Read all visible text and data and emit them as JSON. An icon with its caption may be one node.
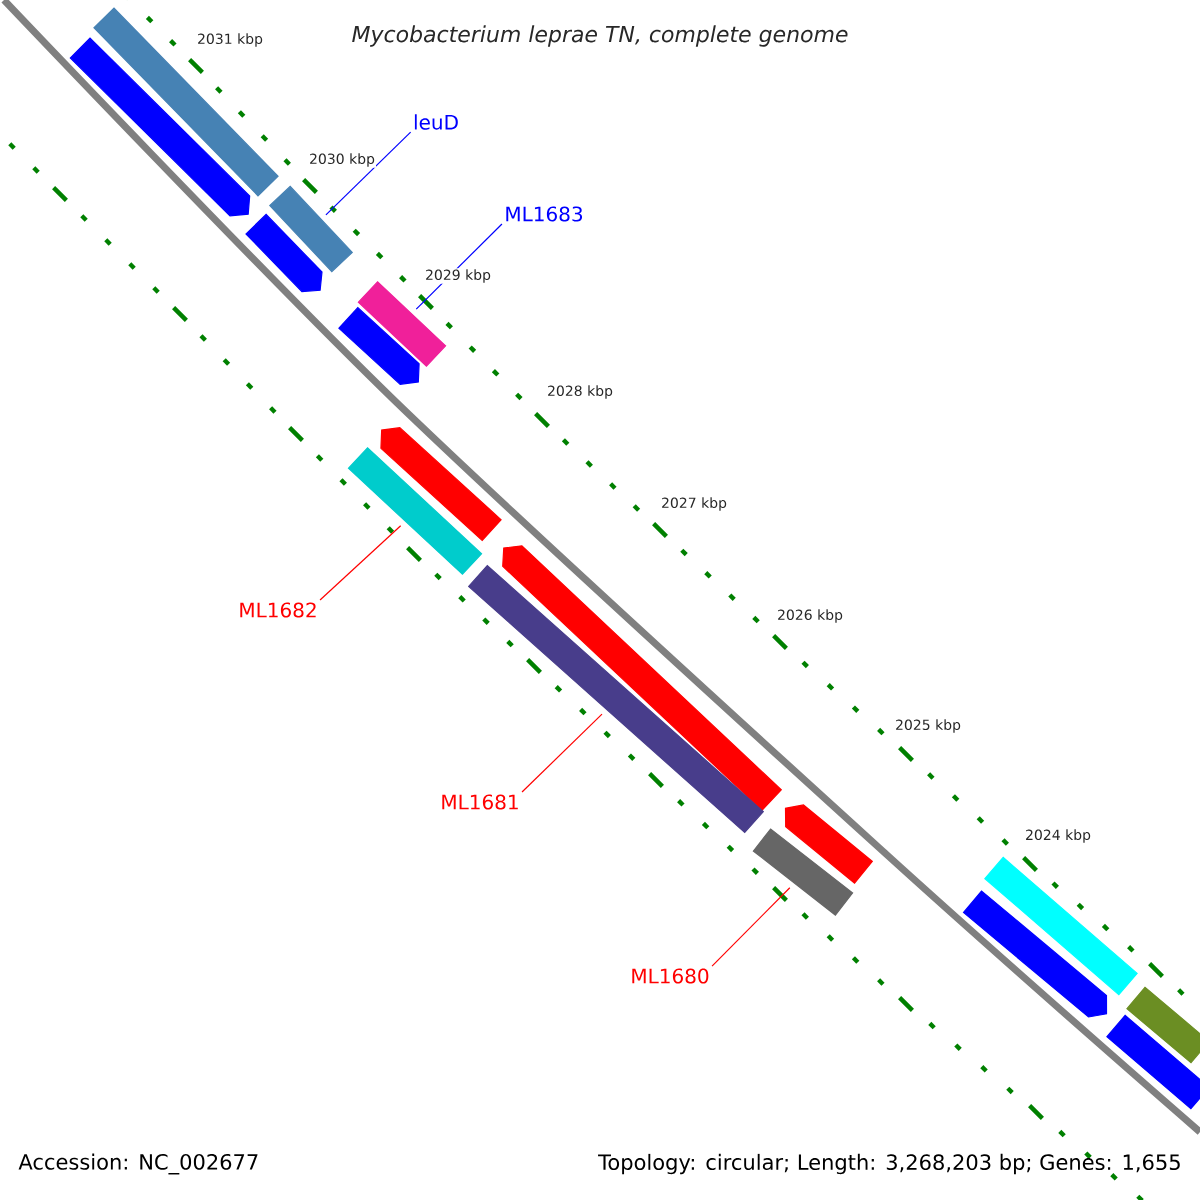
{
  "diagram": {
    "title": "Mycobacterium leprae TN, complete genome",
    "nodes": [
      {
        "text": [
          "leuD"
        ]
      },
      {
        "text": [
          "ML1683"
        ]
      },
      {
        "text": [
          "ML1682"
        ]
      },
      {
        "text": [
          "ML1681"
        ]
      },
      {
        "text": [
          "ML1680"
        ]
      },
      {
        "text": [],
        "shape": "bar"
      },
      {
        "text": [],
        "shape": "bar"
      },
      {
        "text": [],
        "shape": "bar"
      },
      {
        "text": [],
        "shape": "bar"
      },
      {
        "text": [],
        "shape": "bar"
      },
      {
        "text": [],
        "shape": "bar"
      },
      {
        "text": [],
        "shape": "bar"
      },
      {
        "text": [],
        "shape": "bar"
      },
      {
        "text": [],
        "shape": "bar"
      },
      {
        "text": [],
        "shape": "bar"
      },
      {
        "text": [],
        "shape": "bar"
      },
      {
        "text": [],
        "shape": "bar"
      },
      {
        "text": [],
        "shape": "bar"
      },
      {
        "text": [],
        "shape": "bar"
      },
      {
        "text": [],
        "shape": "bar"
      },
      {
        "text": [],
        "shape": "bar"
      }
    ],
    "edges": [
      {
        "from": 0,
        "to": 7,
        "arrow": "none",
        "color": "#0000ff"
      },
      {
        "from": 1,
        "to": 9,
        "arrow": "none",
        "color": "#0000ff"
      },
      {
        "from": 2,
        "to": 12,
        "arrow": "none"
      },
      {
        "from": 3,
        "to": 14,
        "arrow": "none"
      },
      {
        "from": 4,
        "to": 16,
        "arrow": "none"
      }
    ],
    "labels": [
      "2031 kbp",
      "2030 kbp",
      "2029 kbp",
      "2028 kbp",
      "2027 kbp",
      "2026 kbp",
      "2025 kbp",
      "2024 kbp",
      "Accession: NC_002677",
      "Topology: circular; Length: 3,268,203 bp; Genes: 1,655"
    ]
  }
}
